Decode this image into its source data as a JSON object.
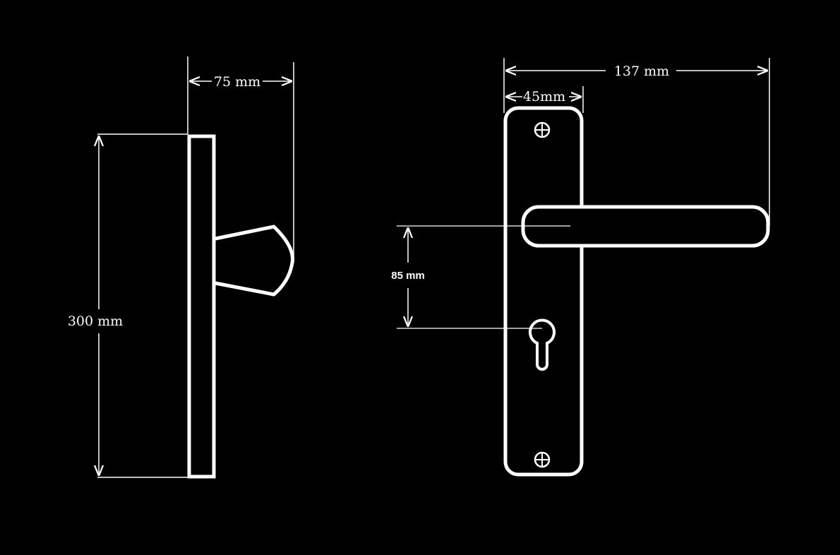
{
  "colors": {
    "background": "#000000",
    "line": "#ffffff"
  },
  "side_view": {
    "height_label": "300 mm",
    "depth_label": "75 mm"
  },
  "front_view": {
    "total_width_label": "137 mm",
    "plate_width_label": "45mm",
    "center_distance_label": "85 mm"
  }
}
